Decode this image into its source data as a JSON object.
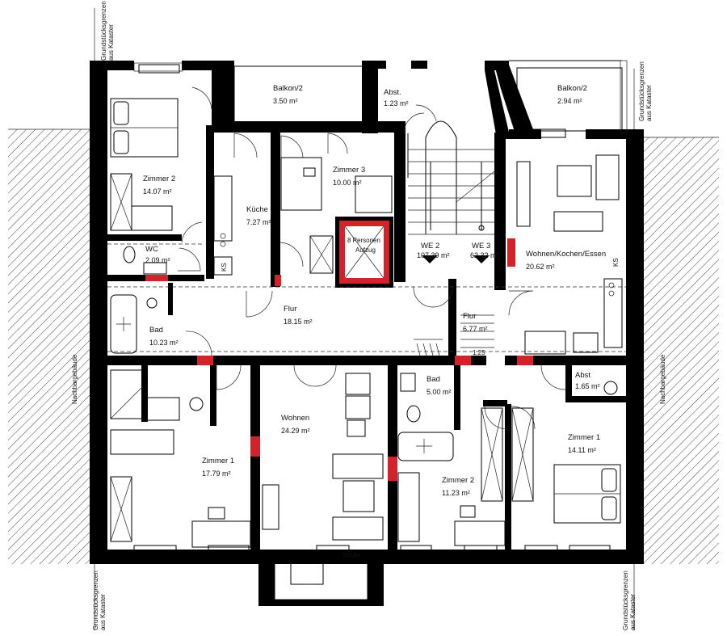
{
  "rooms": {
    "balkon_left": {
      "name": "Balkon/2",
      "area": "3.50 m²"
    },
    "abst_top": {
      "name": "Abst.",
      "area": "1.23 m²"
    },
    "balkon_right": {
      "name": "Balkon/2",
      "area": "2.94 m²"
    },
    "zimmer2_top": {
      "name": "Zimmer 2",
      "area": "14.07 m²"
    },
    "zimmer3": {
      "name": "Zimmer 3",
      "area": "10.00 m²"
    },
    "kueche": {
      "name": "Küche",
      "area": "7.27 m²"
    },
    "wc": {
      "name": "WC",
      "area": "2.09 m²"
    },
    "we2": {
      "name": "WE 2",
      "area": "107.39 m²"
    },
    "we3": {
      "name": "WE 3",
      "area": "62.32 m²"
    },
    "wohnen_kochen": {
      "name": "Wohnen/Kochen/Essen",
      "area": "20.62 m²"
    },
    "flur_main": {
      "name": "Flur",
      "area": "18.15 m²"
    },
    "bad_left": {
      "name": "Bad",
      "area": "10.23 m²"
    },
    "flur_right": {
      "name": "Flur",
      "area": "6.77 m²"
    },
    "bad_right": {
      "name": "Bad",
      "area": "5.00 m²"
    },
    "abst_right": {
      "name": "Abst",
      "area": "1.65 m²"
    },
    "wohnen": {
      "name": "Wohnen",
      "area": "24.29 m²"
    },
    "zimmer1_left": {
      "name": "Zimmer 1",
      "area": "17.79 m²"
    },
    "zimmer2_bottom": {
      "name": "Zimmer 2",
      "area": "11.23 m²"
    },
    "zimmer1_right": {
      "name": "Zimmer 1",
      "area": "14.11 m²"
    }
  },
  "elevator": {
    "line1": "8 Personen",
    "line2": "Aufzug"
  },
  "ks_label": "KS",
  "stufe_label": "Stufe",
  "dimension_125": "1.25",
  "boundary": {
    "line1": "Grundstücksgrenzen",
    "line2": "aus Kataster"
  },
  "neighbor": "Nachbargebäude"
}
